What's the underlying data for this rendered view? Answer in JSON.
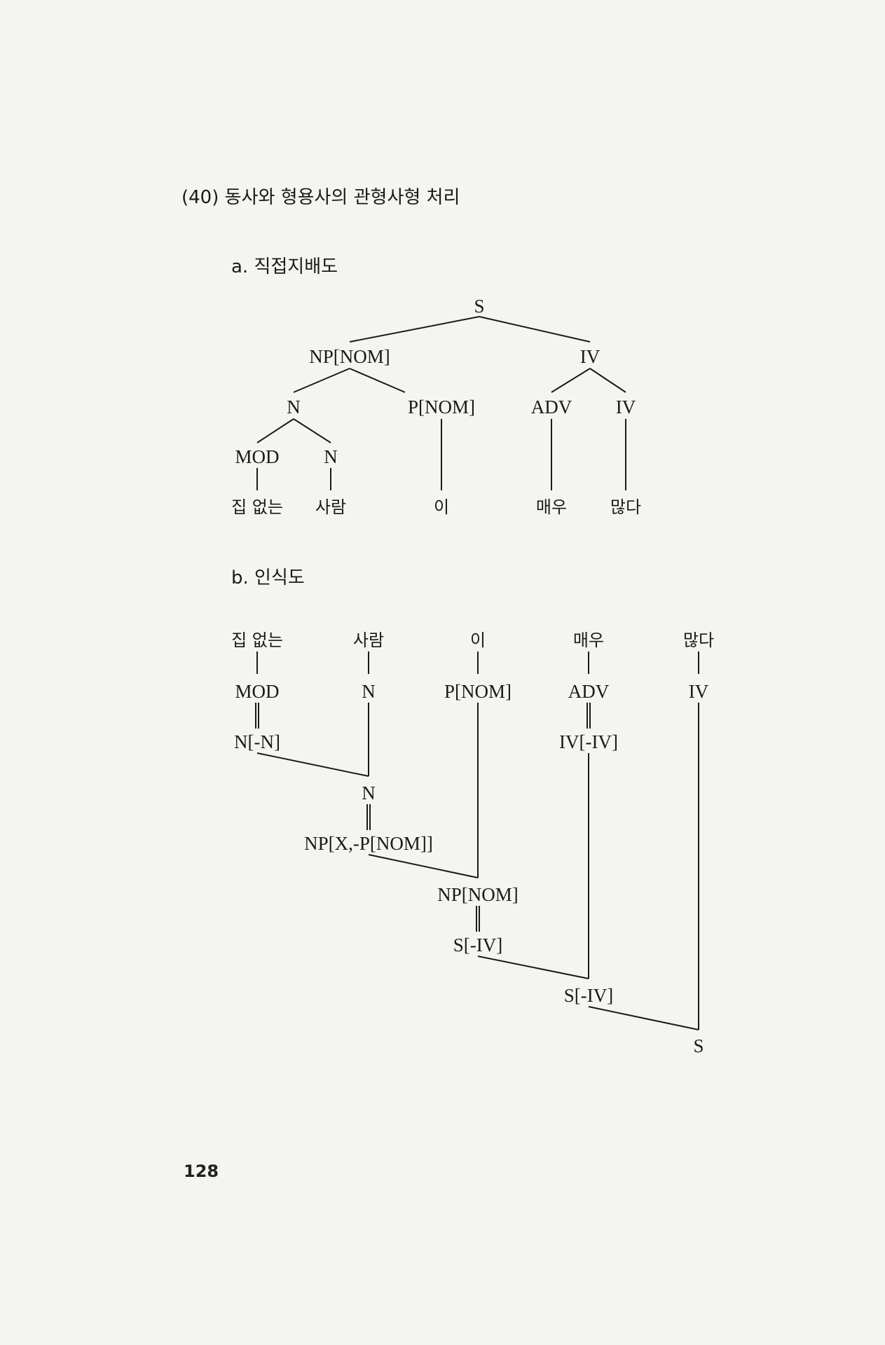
{
  "heading": "(40) 동사와 형용사의 관형사형 처리",
  "section_a": {
    "label": "a. 직접지배도",
    "nodes": {
      "s": "S",
      "np_nom": "NP[NOM]",
      "iv": "IV",
      "n": "N",
      "p_nom": "P[NOM]",
      "adv": "ADV",
      "iv2": "IV",
      "mod": "MOD",
      "n2": "N"
    },
    "words": [
      "집 없는",
      "사람",
      "이",
      "매우",
      "많다"
    ]
  },
  "section_b": {
    "label": "b. 인식도",
    "words": [
      "집 없는",
      "사람",
      "이",
      "매우",
      "많다"
    ],
    "categories": [
      "MOD",
      "N",
      "P[NOM]",
      "ADV",
      "IV"
    ],
    "nodes": {
      "n_minus_n": "N[-N]",
      "iv_minus_iv": "IV[-IV]",
      "n": "N",
      "np_x": "NP[X,-P[NOM]]",
      "np_nom": "NP[NOM]",
      "s_minus_iv_1": "S[-IV]",
      "s_minus_iv_2": "S[-IV]",
      "s": "S"
    }
  },
  "page_number": "128"
}
